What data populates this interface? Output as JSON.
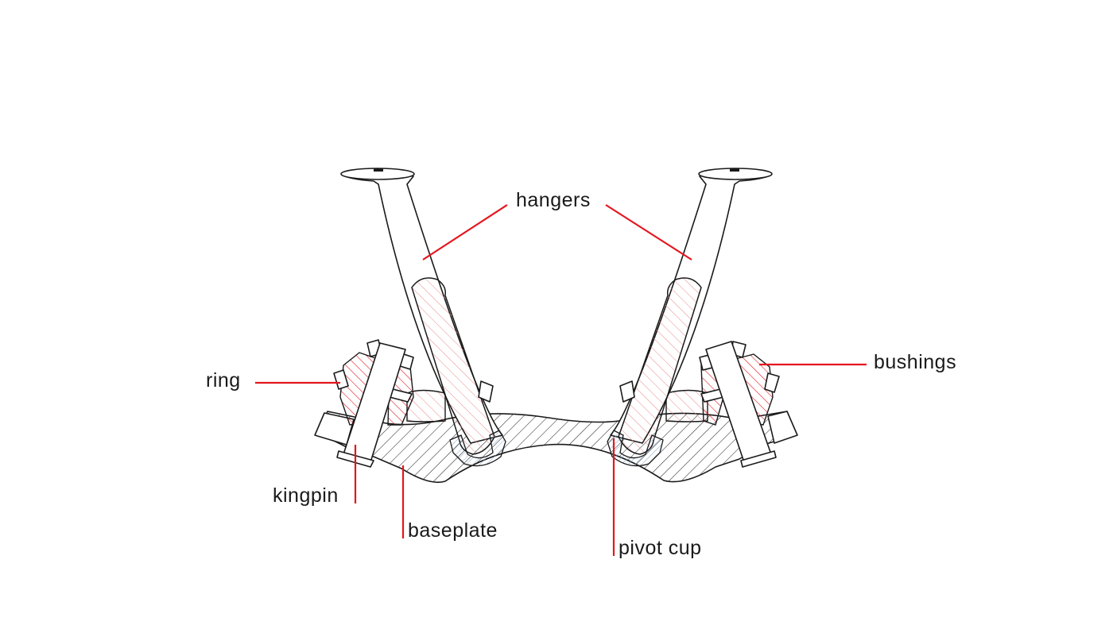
{
  "labels": {
    "hangers": "hangers",
    "ring": "ring",
    "bushings": "bushings",
    "kingpin": "kingpin",
    "baseplate": "baseplate",
    "pivot_cup": "pivot cup"
  },
  "colors": {
    "line": "#1a1a1a",
    "leader": "#e3161e",
    "bushing_hatch": "#e3161e",
    "hanger_hatch": "#e88a8a",
    "cup_fill": "#bfd6ee"
  }
}
